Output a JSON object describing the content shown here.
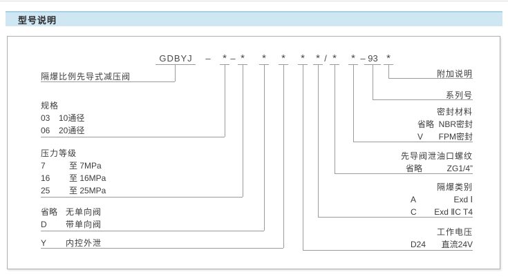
{
  "page": {
    "header_title": "型号说明"
  },
  "code": {
    "tokens": [
      "GDBYJ",
      "–",
      "*",
      "–",
      "*",
      "*",
      "*",
      "*",
      "*",
      "/",
      "*",
      "*",
      "–",
      "93",
      "*"
    ]
  },
  "labels_left": [
    {
      "title": "隔爆比例先导式减压阀",
      "rows": []
    },
    {
      "title": "规格",
      "rows": [
        {
          "code": "03",
          "text": "10通径"
        },
        {
          "code": "06",
          "text": "20通径"
        }
      ]
    },
    {
      "title": "压力等级",
      "rows": [
        {
          "code": "7",
          "text": "至 7MPa"
        },
        {
          "code": "16",
          "text": "至 16MPa"
        },
        {
          "code": "25",
          "text": "至 25MPa"
        }
      ]
    },
    {
      "title": "",
      "rows": [
        {
          "code": "省略",
          "text": "无单向阀"
        },
        {
          "code": "D",
          "text": "带单向阀"
        }
      ]
    },
    {
      "title": "",
      "rows": [
        {
          "code": "Y",
          "text": "内控外泄"
        }
      ]
    }
  ],
  "labels_right": [
    {
      "title": "附加说明",
      "rows": []
    },
    {
      "title": "系列号",
      "rows": []
    },
    {
      "title": "密封材料",
      "rows": [
        {
          "code": "省略",
          "text": "NBR密封"
        },
        {
          "code": "V",
          "text": "FPM密封"
        }
      ]
    },
    {
      "title": "先导阀泄油口螺纹",
      "rows": [
        {
          "code": "省略",
          "text": "ZG1/4”"
        }
      ]
    },
    {
      "title": "隔爆类别",
      "rows": [
        {
          "code": "A",
          "text": "Exd Ⅰ"
        },
        {
          "code": "C",
          "text": "Exd ⅡC T4"
        }
      ]
    },
    {
      "title": "工作电压",
      "rows": [
        {
          "code": "D24",
          "text": "直流24V"
        }
      ]
    }
  ],
  "colors": {
    "header_bg": "#cfe6f3",
    "line": "#9a9a9a",
    "text": "#3c3c3c"
  }
}
